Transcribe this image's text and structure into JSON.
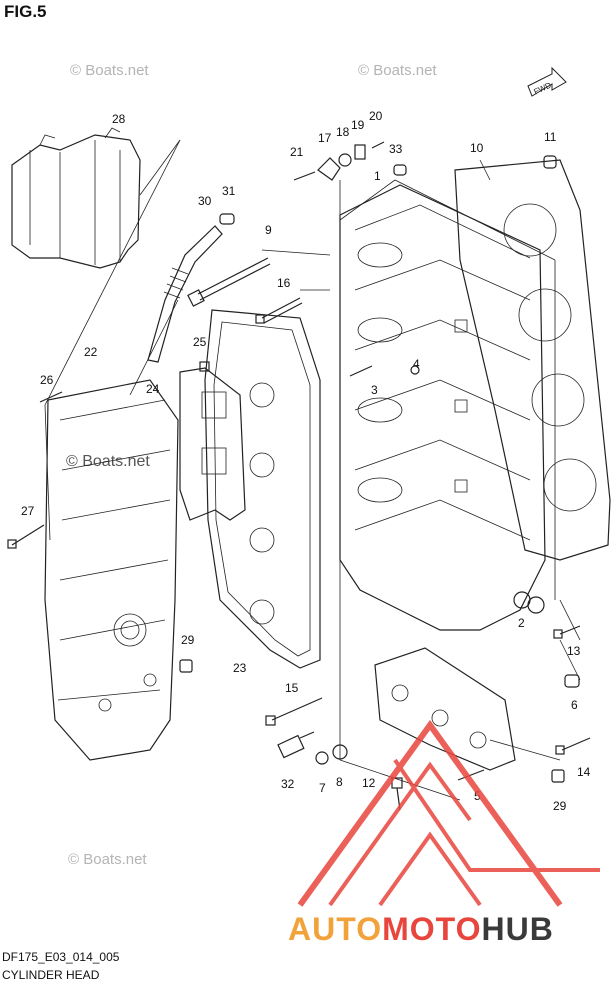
{
  "figure": {
    "title": "FIG.5",
    "code": "DF175_E03_014_005",
    "caption": "CYLINDER HEAD",
    "direction_label": "FWD"
  },
  "callouts": [
    "28",
    "30",
    "31",
    "9",
    "16",
    "25",
    "24",
    "22",
    "26",
    "27",
    "29",
    "23",
    "15",
    "32",
    "7",
    "8",
    "12",
    "5",
    "17",
    "18",
    "19",
    "20",
    "21",
    "33",
    "1",
    "10",
    "11",
    "3",
    "4",
    "2",
    "13",
    "6",
    "14",
    "29"
  ],
  "watermarks": [
    "© Boats.net",
    "© Boats.net",
    "© Boats.net",
    "© Boats.net"
  ],
  "brand": {
    "part1": "AUTO",
    "part2": "MOTO",
    "part3": "HUB",
    "color1": "#f2a23a",
    "color2": "#e8453c",
    "color3": "#3a3a3a",
    "logo_color": "#e8453c"
  }
}
